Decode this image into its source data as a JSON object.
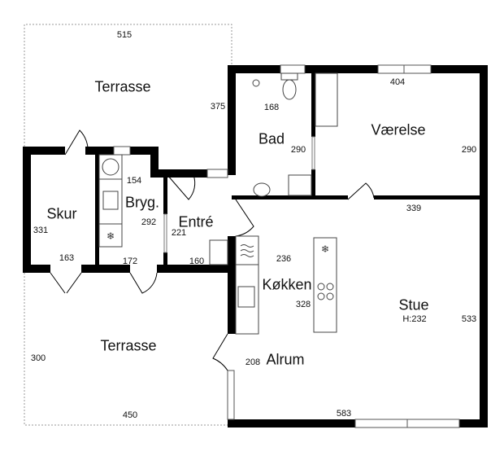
{
  "rooms": {
    "terrasse_top": "Terrasse",
    "terrasse_bottom": "Terrasse",
    "skur": "Skur",
    "bryg": "Bryg.",
    "entre": "Entré",
    "bad": "Bad",
    "vaerelse": "Værelse",
    "koekken": "Køkken",
    "stue": "Stue",
    "stue_height": "H:232",
    "alrum": "Alrum"
  },
  "dimensions": {
    "terrasse_top_width": "515",
    "terrasse_top_depth": "375",
    "bad_width": "168",
    "bad_depth": "290",
    "vaerelse_width": "404",
    "vaerelse_depth": "290",
    "bryg_width": "154",
    "bryg_depth": "292",
    "bryg_bottom": "172",
    "skur_depth": "331",
    "skur_width": "163",
    "entre_depth": "221",
    "entre_width": "160",
    "koekken_width": "236",
    "koekken_depth": "328",
    "stue_top": "339",
    "stue_depth": "533",
    "alrum_depth": "208",
    "stue_bottom": "583",
    "terrasse_bottom_depth": "300",
    "terrasse_bottom_width": "450"
  }
}
